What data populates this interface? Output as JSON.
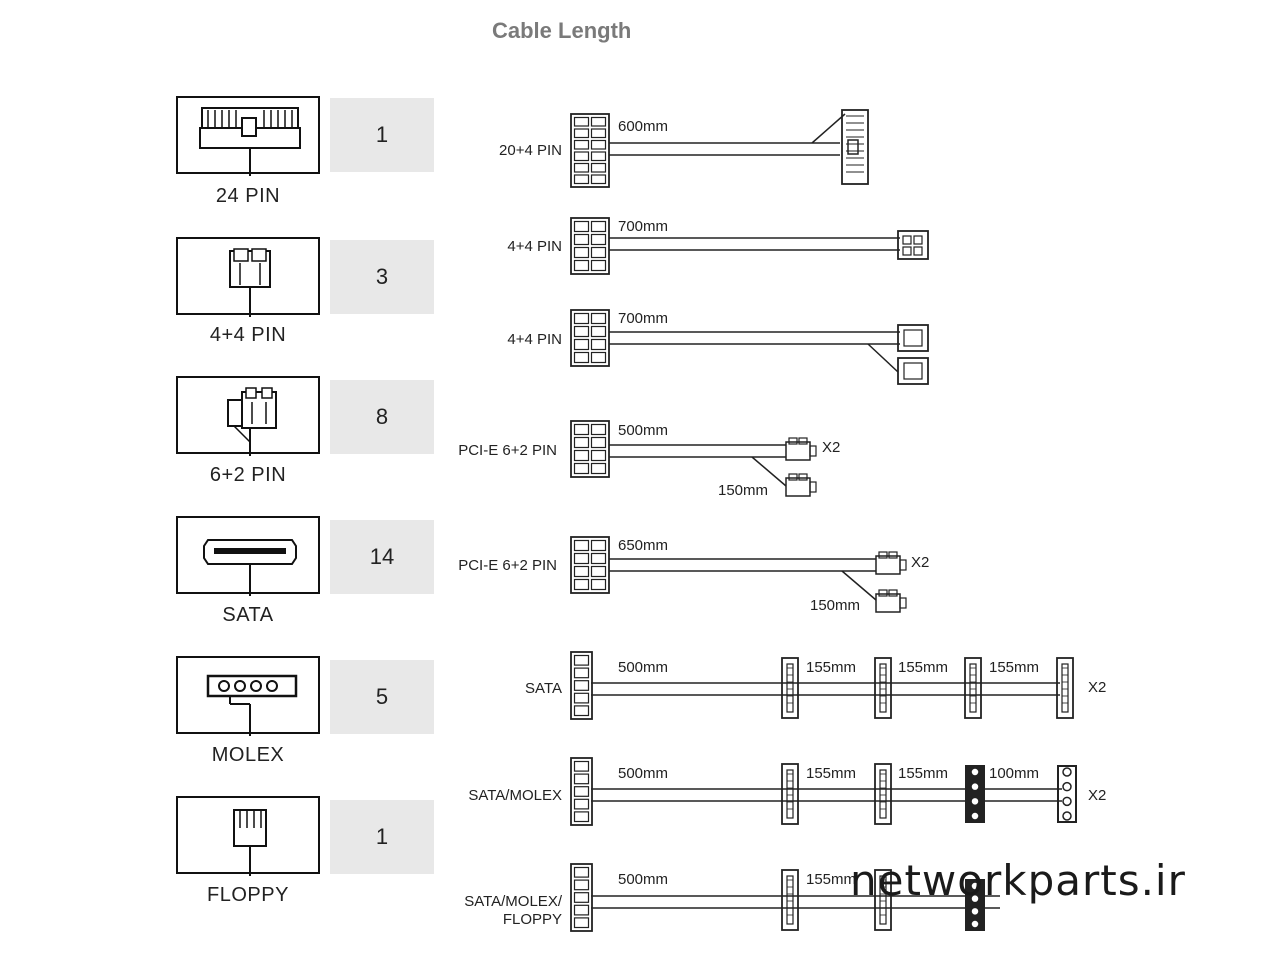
{
  "title": "Cable Length",
  "connectors": [
    {
      "label": "24 PIN",
      "count": "1",
      "icon": "24-pin-connector-icon"
    },
    {
      "label": "4+4 PIN",
      "count": "3",
      "icon": "4-4-pin-connector-icon"
    },
    {
      "label": "6+2 PIN",
      "count": "8",
      "icon": "6-2-pin-connector-icon"
    },
    {
      "label": "SATA",
      "count": "14",
      "icon": "sata-connector-icon"
    },
    {
      "label": "MOLEX",
      "count": "5",
      "icon": "molex-connector-icon"
    },
    {
      "label": "FLOPPY",
      "count": "1",
      "icon": "floppy-connector-icon"
    }
  ],
  "cables": [
    {
      "name": "20+4 PIN",
      "lengths": [
        "600mm"
      ]
    },
    {
      "name": "4+4 PIN",
      "lengths": [
        "700mm"
      ]
    },
    {
      "name": "4+4 PIN",
      "lengths": [
        "700mm"
      ]
    },
    {
      "name": "PCI-E 6+2 PIN",
      "lengths": [
        "500mm",
        "150mm"
      ],
      "multiplier": "X2"
    },
    {
      "name": "PCI-E 6+2 PIN",
      "lengths": [
        "650mm",
        "150mm"
      ],
      "multiplier": "X2"
    },
    {
      "name": "SATA",
      "lengths": [
        "500mm",
        "155mm",
        "155mm",
        "155mm"
      ],
      "multiplier": "X2"
    },
    {
      "name": "SATA/MOLEX",
      "lengths": [
        "500mm",
        "155mm",
        "155mm",
        "100mm"
      ],
      "multiplier": "X2"
    },
    {
      "name_lines": [
        "SATA/MOLEX/",
        "FLOPPY"
      ],
      "lengths": [
        "500mm",
        "155mm"
      ]
    }
  ],
  "watermark": "networkparts.ir"
}
